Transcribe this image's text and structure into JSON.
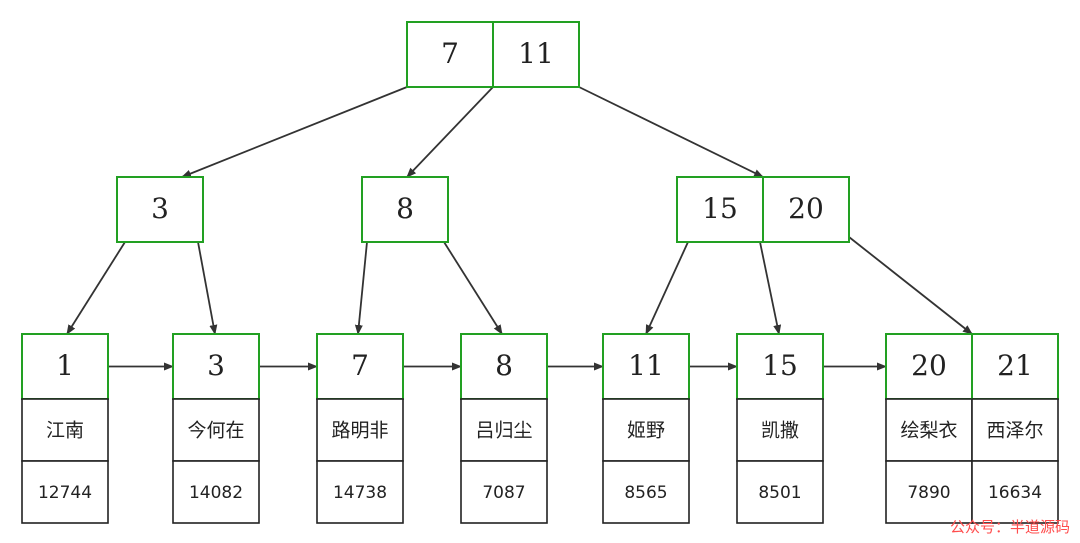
{
  "colors": {
    "key_border": "#22a022",
    "data_border": "#222222",
    "arrow": "#333333",
    "watermark": "#ff4d4d"
  },
  "root": {
    "keys": [
      "7",
      "11"
    ]
  },
  "internal": [
    {
      "keys": [
        "3"
      ]
    },
    {
      "keys": [
        "8"
      ]
    },
    {
      "keys": [
        "15",
        "20"
      ]
    }
  ],
  "leaves": [
    {
      "entries": [
        {
          "key": "1",
          "name": "江南",
          "value": "12744"
        }
      ]
    },
    {
      "entries": [
        {
          "key": "3",
          "name": "今何在",
          "value": "14082"
        }
      ]
    },
    {
      "entries": [
        {
          "key": "7",
          "name": "路明非",
          "value": "14738"
        }
      ]
    },
    {
      "entries": [
        {
          "key": "8",
          "name": "吕归尘",
          "value": "7087"
        }
      ]
    },
    {
      "entries": [
        {
          "key": "11",
          "name": "姬野",
          "value": "8565"
        }
      ]
    },
    {
      "entries": [
        {
          "key": "15",
          "name": "凯撒",
          "value": "8501"
        }
      ]
    },
    {
      "entries": [
        {
          "key": "20",
          "name": "绘梨衣",
          "value": "7890"
        },
        {
          "key": "21",
          "name": "西泽尔",
          "value": "16634"
        }
      ]
    }
  ],
  "watermark": "公众号：半道源码"
}
